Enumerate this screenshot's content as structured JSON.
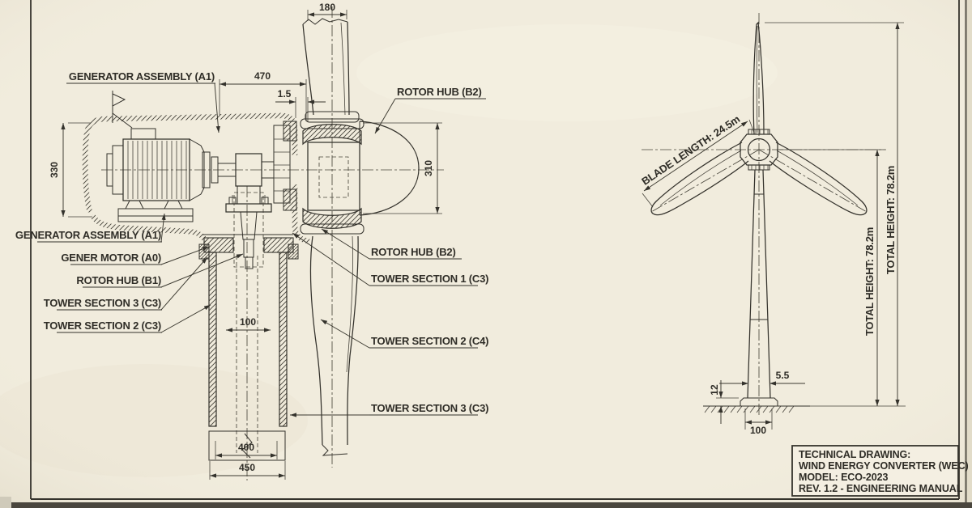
{
  "colors": {
    "paper": "#f1ecdd",
    "ink": "#34322c",
    "edge_dark": "#4a463e"
  },
  "section_view": {
    "left_labels": [
      "GENERATOR ASSEMBLY (A1)",
      "GENERATOR ASSEMBLY (A1)",
      "GENER MOTOR (A0)",
      "ROTOR HUB (B1)",
      "TOWER SECTION 3 (C3)",
      "TOWER SECTION 2 (C3)"
    ],
    "right_labels": [
      "ROTOR HUB (B2)",
      "ROTOR HUB (B2)",
      "TOWER SECTION 1 (C3)",
      "TOWER SECTION 2 (C4)",
      "TOWER SECTION 3 (C3)"
    ],
    "dims": {
      "blade_chord": "180",
      "nacelle_length": "470",
      "clearance": "1.5",
      "nacelle_height": "330",
      "hub_diameter": "310",
      "tower_bore": "100",
      "tower_outer": "400",
      "tower_base": "450"
    }
  },
  "elevation_view": {
    "blade_length": "BLADE LENGTH: 24.5m",
    "total_height_hub": "TOTAL HEIGHT: 78.2m",
    "total_height_tip": "TOTAL HEIGHT: 78.2m",
    "dims": {
      "tower_top": "5.5",
      "foundation_height": "12",
      "foundation_width": "100"
    }
  },
  "title_block": {
    "line1": "TECHNICAL DRAWING:",
    "line2": "WIND ENERGY CONVERTER (WEC)",
    "line3": "MODEL: ECO-2023",
    "line4": "REV. 1.2 - ENGINEERING MANUAL"
  }
}
